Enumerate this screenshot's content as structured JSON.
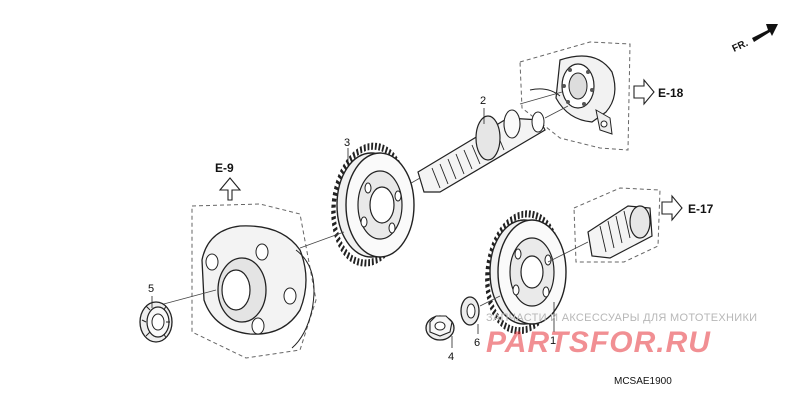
{
  "diagram": {
    "part_callouts": [
      "1",
      "2",
      "3",
      "4",
      "5",
      "6"
    ],
    "reference_labels": {
      "e18": "E-18",
      "e17": "E-17",
      "e9": "E-9"
    },
    "direction_label": "FR.",
    "diagram_code": "MCSAE1900",
    "watermark": {
      "caption": "ЗАПЧАСТИ И АКСЕССУАРЫ ДЛЯ МОТОТЕХНИКИ",
      "brand": "PARTSFOR.RU"
    }
  }
}
